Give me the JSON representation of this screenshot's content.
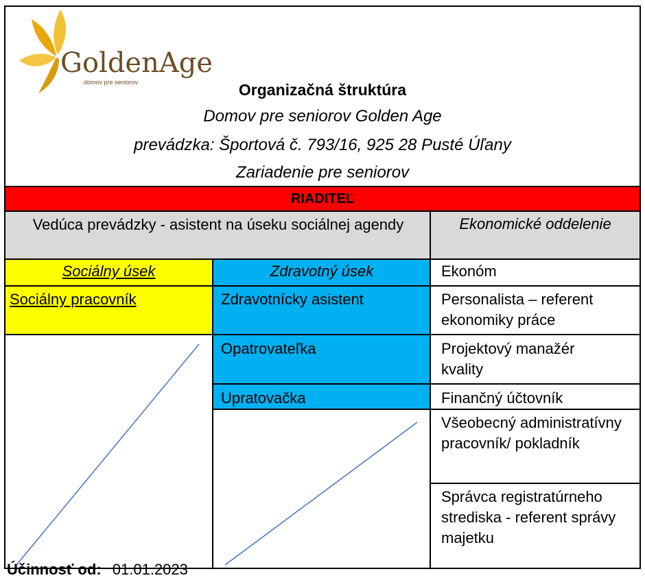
{
  "logo": {
    "text": "GoldenAge",
    "tagline": "domov pre seniorov"
  },
  "header": {
    "title": "Organizačná štruktúra",
    "subtitle1": "Domov pre seniorov Golden Age",
    "subtitle2": "prevádzka: Športová č. 793/16, 925 28 Pusté Úľany",
    "subtitle3": "Zariadenie pre seniorov"
  },
  "director": "RIADITEĽ",
  "row2": {
    "left": "Vedúca prevádzky - asistent na úseku sociálnej agendy",
    "right": "Ekonomické oddelenie"
  },
  "social": {
    "heading": "Sociálny úsek",
    "items": [
      "Sociálny pracovník"
    ]
  },
  "health": {
    "heading": "Zdravotný úsek",
    "items": [
      "Zdravotnícky asistent",
      "Opatrovateľka",
      "Upratovačka"
    ]
  },
  "economic": {
    "items": [
      "Ekonóm",
      "Personalista – referent ekonomiky práce",
      "Projektový manažér kvality",
      "Finančný účtovník",
      "Všeobecný administratívny pracovník/ pokladník",
      "Správca registratúrneho strediska - referent správy majetku"
    ]
  },
  "footer": {
    "label": "Účinnosť od:",
    "date": "01.01.2023"
  },
  "colors": {
    "director_bg": "#ff0000",
    "gray_bg": "#d9d9d9",
    "social_bg": "#ffff00",
    "health_bg": "#00b0f0",
    "logo_gold": "#e3a812"
  }
}
